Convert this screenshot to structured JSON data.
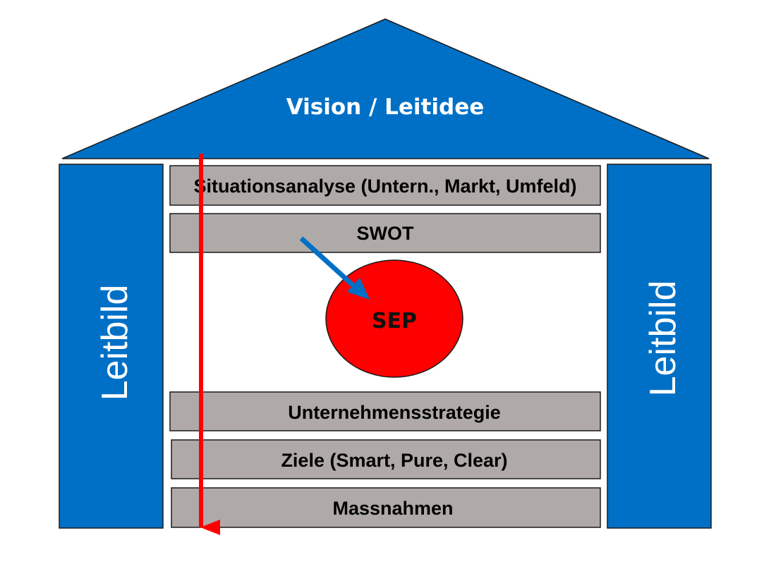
{
  "roof": {
    "label": "Vision / Leitidee"
  },
  "pillars": {
    "left": "Leitbild",
    "right": "Leitbild"
  },
  "bars": [
    "Situationsanalyse (Untern., Markt, Umfeld)",
    "SWOT",
    "Unternehmensstrategie",
    "Ziele (Smart, Pure, Clear)",
    "Massnahmen"
  ],
  "center": {
    "label": "SEP"
  },
  "colors": {
    "blue": "#0070C6",
    "gray": "#AFAAA8",
    "red": "#FF0000"
  }
}
